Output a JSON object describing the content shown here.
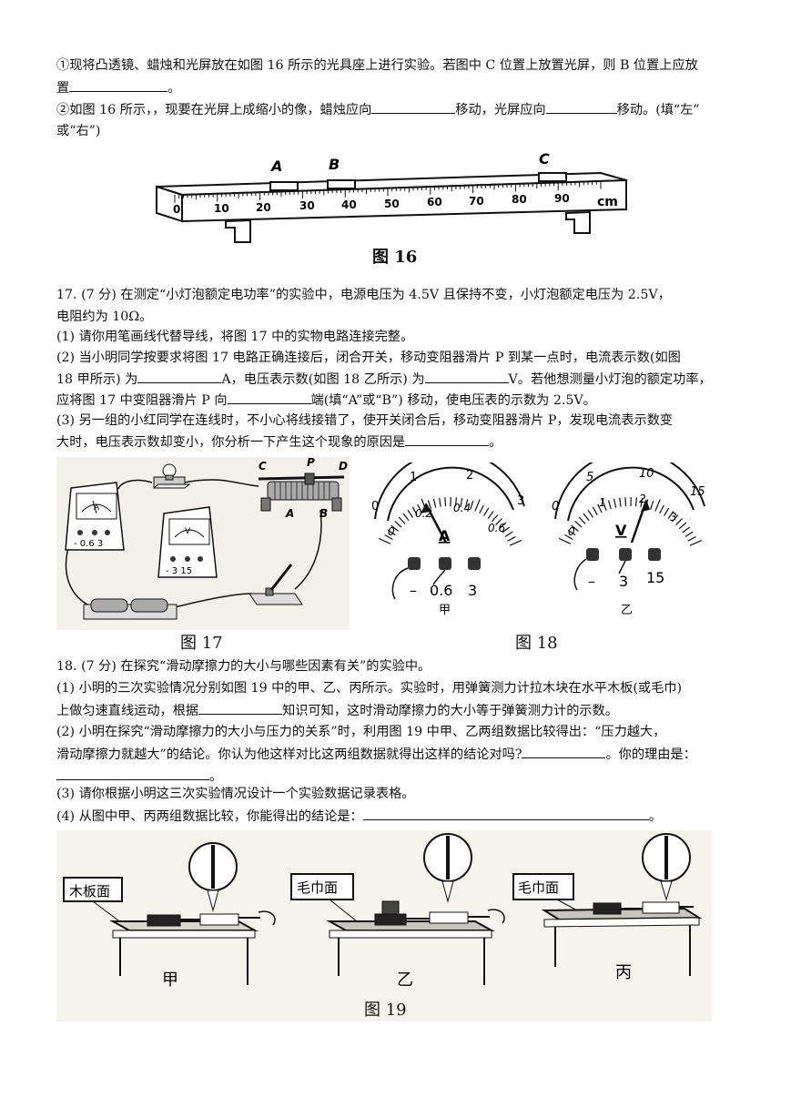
{
  "q16": {
    "p1_a": "①现将凸透镜、蜡烛和光屏放在如图 16 所示的光具座上进行实验。若图中 C 位置上放置光屏，则 B 位置上应放",
    "p1_b": "置",
    "p1_end": "。",
    "p2_a": "②如图 16 所示，，现要在光屏上成缩小的像，蜡烛应向",
    "p2_b": "移动，光屏应向",
    "p2_c": "移动。(填“左”",
    "p2_d": "或“右”)",
    "fig_caption": "图 16",
    "positions": [
      "A",
      "B",
      "C"
    ],
    "ruler_ticks": [
      "0",
      "10",
      "20",
      "30",
      "40",
      "50",
      "60",
      "70",
      "80",
      "90"
    ],
    "unit": "cm"
  },
  "q17": {
    "title_a": "17. (7 分) 在测定“小灯泡额定电功率”的实验中，电源电压为 4.5V 且保持不变，小灯泡额定电压为 2.5V，",
    "title_b": "电阻约为 10Ω。",
    "s1": "(1) 请你用笔画线代替导线，将图 17 中的实物电路连接完整。",
    "s2_a": "(2) 当小明同学按要求将图 17 电路正确连接后，闭合开关，移动变阻器滑片 P 到某一点时，电流表示数(如图",
    "s2_b1": "18 甲所示) 为",
    "s2_b2": "A，电压表示数(如图 18 乙所示) 为",
    "s2_b3": "V。若他想测量小灯泡的额定功率，",
    "s2_c1": "应将图 17 中变阻器滑片 P 向",
    "s2_c2": "端(填“A”或“B”) 移动，使电压表的示数为 2.5V。",
    "s3_a": "(3) 另一组的小红同学在连线时，不小心将线接错了，使开关闭合后，移动变阻器滑片 P，发现电流表示数变",
    "s3_b1": "大时，电压表示数却变小，你分析一下产生这个现象的原因是",
    "s3_b2": "。",
    "fig17_caption": "图 17",
    "fig18_caption": "图 18",
    "rheostat_labels": [
      "C",
      "P",
      "D",
      "A",
      "B"
    ],
    "ammeter_panel": "A",
    "ammeter_terms": "- 0.6 3",
    "voltmeter_panel": "V",
    "voltmeter_terms": "- 3 15",
    "meter_a": {
      "upper": [
        "0",
        "1",
        "2",
        "3"
      ],
      "lower": [
        "0",
        "0.2",
        "0.4",
        "0.6"
      ],
      "unit": "A",
      "terminals": [
        "–",
        "0.6",
        "3"
      ],
      "label": "甲"
    },
    "meter_v": {
      "upper": [
        "0",
        "5",
        "10",
        "15"
      ],
      "lower": [
        "0",
        "1",
        "2",
        "3"
      ],
      "unit": "V",
      "terminals": [
        "–",
        "3",
        "15"
      ],
      "label": "乙"
    }
  },
  "q18": {
    "title": "18. (7 分) 在探究“滑动摩擦力的大小与哪些因素有关”的实验中。",
    "s1_a": "(1) 小明的三次实验情况分别如图 19 中的甲、乙、丙所示。实验时，用弹簧测力计拉木块在水平木板(或毛巾)",
    "s1_b1": "上做匀速直线运动，根据",
    "s1_b2": "知识可知，这时滑动摩擦力的大小等于弹簧测力计的示数。",
    "s2_a": "(2) 小明在探究“滑动摩擦力的大小与压力的关系”时，利用图 19 中甲、乙两组数据比较得出：“压力越大，",
    "s2_b1": "滑动摩擦力就越大”的结论。你认为他这样对比这两组数据就得出这样的结论对吗?",
    "s2_b2": "。你的理由是：",
    "s2_c": "。",
    "s3": "(3) 请你根据小明这三次实验情况设计一个实验数据记录表格。",
    "s4_a": "(4) 从图中甲、丙两组数据比较，你能得出的结论是：",
    "s4_b": "。",
    "surfaces": [
      "木板面",
      "毛巾面",
      "毛巾面"
    ],
    "sub_labels": [
      "甲",
      "乙",
      "丙"
    ],
    "fig19_caption": "图 19"
  }
}
